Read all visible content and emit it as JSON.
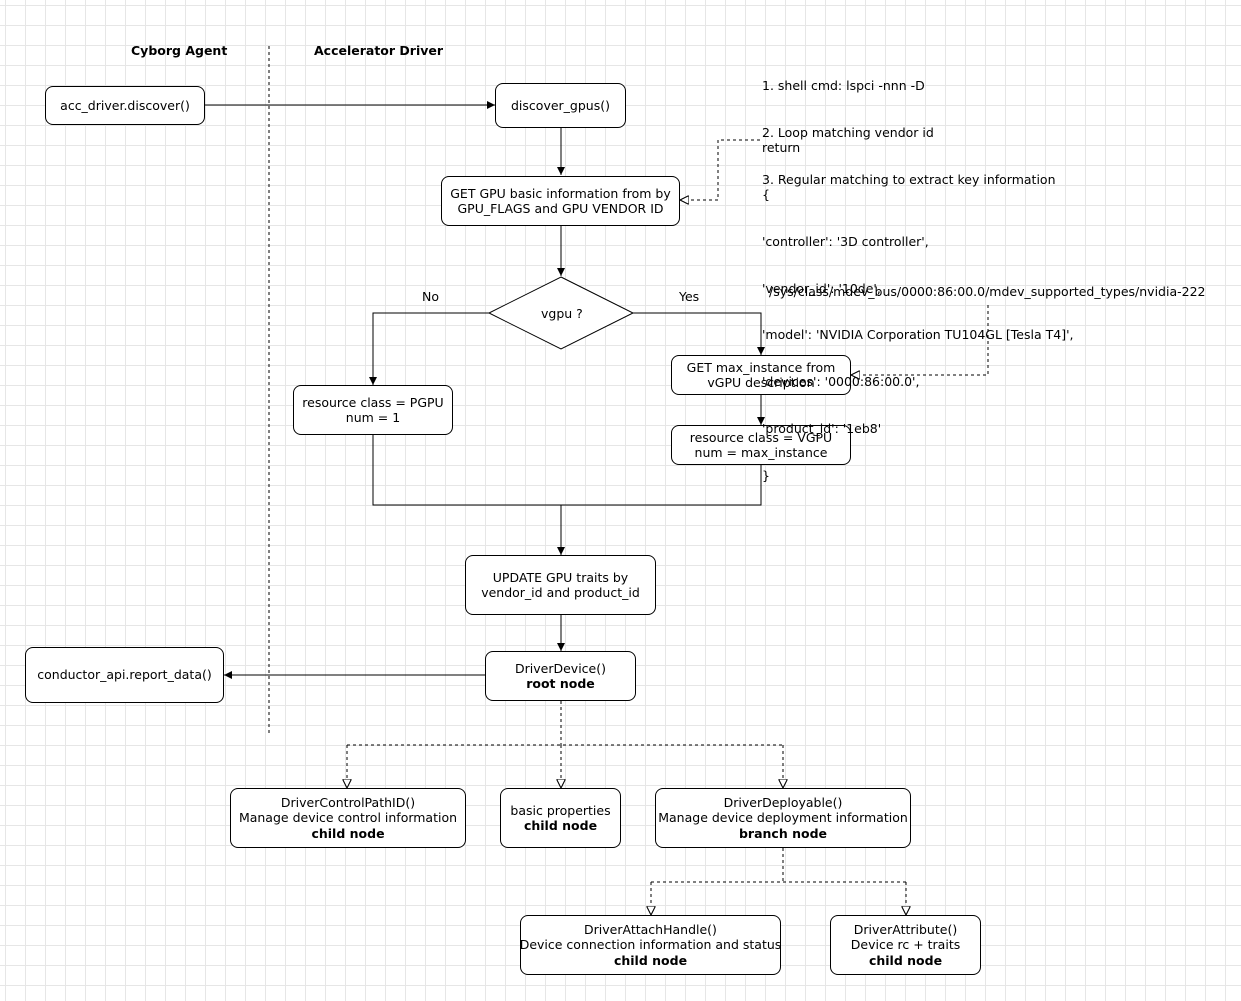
{
  "swimlanes": {
    "cyborg_agent": "Cyborg Agent",
    "accelerator_driver": "Accelerator Driver"
  },
  "nodes": {
    "acc_discover": "acc_driver.discover()",
    "discover_gpus": "discover_gpus()",
    "get_basic_info": [
      "GET GPU basic information from by",
      "GPU_FLAGS and GPU VENDOR ID"
    ],
    "vgpu_decision": "vgpu ?",
    "pgpu_resource": [
      "resource class = PGPU",
      "num = 1"
    ],
    "get_max_instance": [
      "GET max_instance from",
      "vGPU description"
    ],
    "vgpu_resource": [
      "resource class = VGPU",
      "num = max_instance"
    ],
    "update_traits": [
      "UPDATE GPU traits by",
      "vendor_id and product_id"
    ],
    "driver_device": {
      "line1": "DriverDevice()",
      "line2": "root node"
    },
    "report_data": "conductor_api.report_data()",
    "control_path": {
      "line1": "DriverControlPathID()",
      "line2": "Manage device control information",
      "line3": "child node"
    },
    "basic_properties": {
      "line1": "basic properties",
      "line2": "child node"
    },
    "deployable": {
      "line1": "DriverDeployable()",
      "line2": "Manage device deployment information",
      "line3": "branch node"
    },
    "attach_handle": {
      "line1": "DriverAttachHandle()",
      "line2": "Device connection information and status",
      "line3": "child node"
    },
    "attribute": {
      "line1": "DriverAttribute()",
      "line2": "Device rc + traits",
      "line3": "child node"
    }
  },
  "edge_labels": {
    "no": "No",
    "yes": "Yes"
  },
  "notes": {
    "lspci_steps": [
      "1. shell cmd: lspci -nnn -D",
      "2. Loop matching vendor id",
      "3. Regular matching to extract key information"
    ],
    "return_block": [
      "return",
      "{",
      "'controller': '3D controller',",
      "'vendor_id': '10de',",
      "'model': 'NVIDIA Corporation TU104GL [Tesla T4]',",
      "'devices': '0000:86:00.0',",
      "'product_id': '1eb8'",
      "}"
    ],
    "mdev_path": "/sys/class/mdev_bus/0000:86:00.0/mdev_supported_types/nvidia-222"
  },
  "colors": {
    "stroke": "#000000",
    "grid": "#e6e6e6",
    "background": "#ffffff"
  }
}
